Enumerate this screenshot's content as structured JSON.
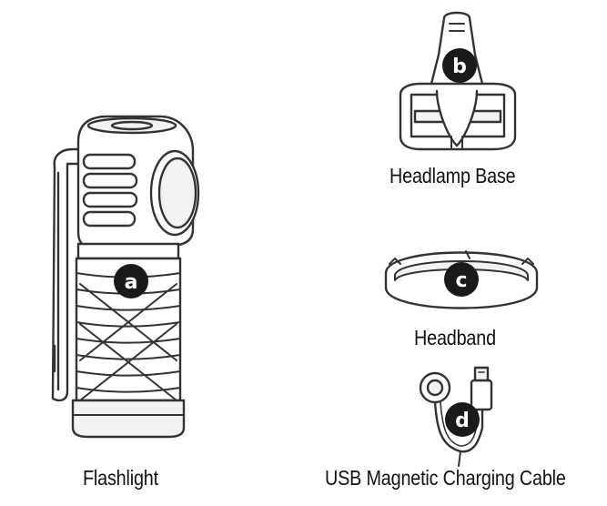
{
  "items": [
    {
      "marker": "a",
      "caption": "Flashlight"
    },
    {
      "marker": "b",
      "caption": "Headlamp Base"
    },
    {
      "marker": "c",
      "caption": "Headband"
    },
    {
      "marker": "d",
      "caption": "USB Magnetic Charging Cable"
    }
  ],
  "colors": {
    "line": "#333333",
    "marker_fill": "#1a1a1a",
    "marker_text": "#ffffff",
    "body_fill": "#f2f2f2"
  }
}
